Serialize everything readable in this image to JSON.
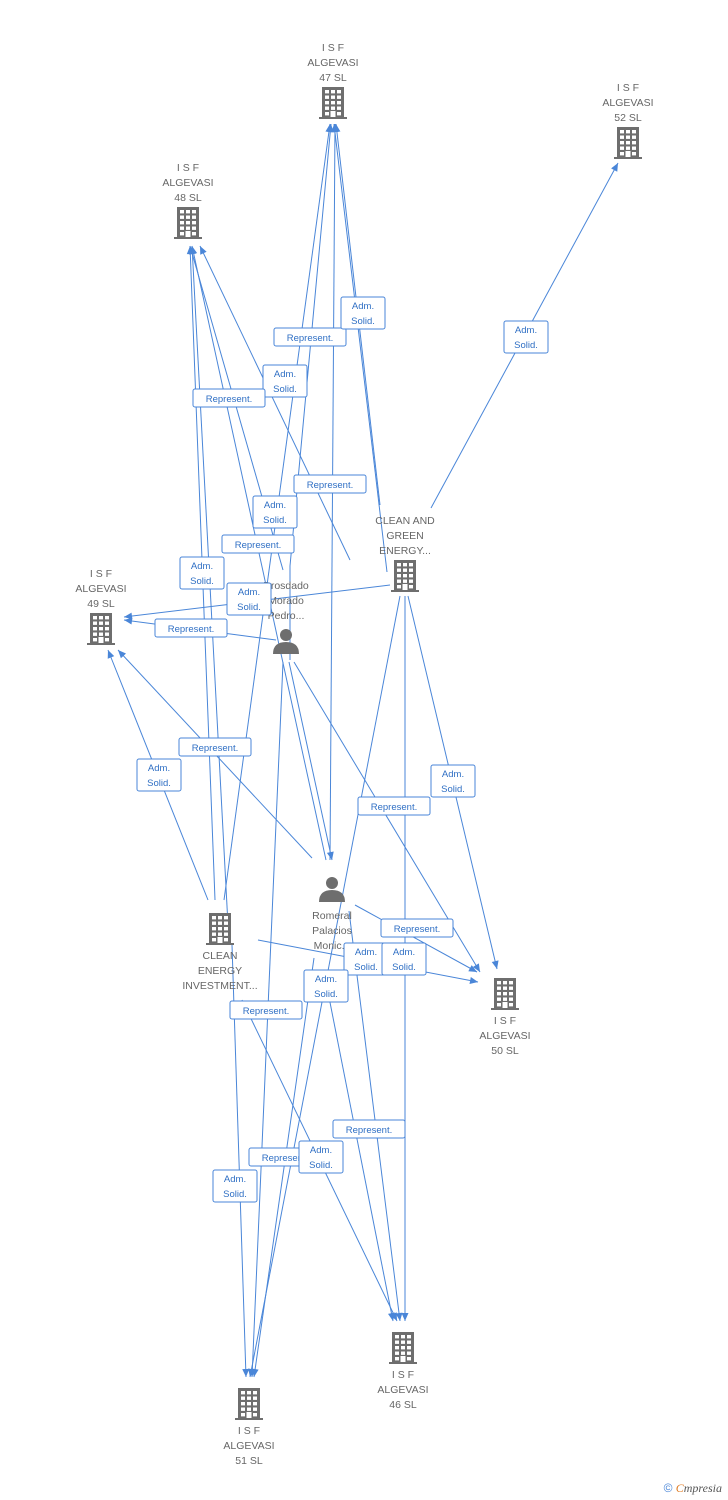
{
  "nodes": [
    {
      "id": "isf47",
      "type": "company",
      "lines": [
        "I S F",
        "ALGEVASI",
        "47 SL"
      ]
    },
    {
      "id": "isf52",
      "type": "company",
      "lines": [
        "I S F",
        "ALGEVASI",
        "52 SL"
      ]
    },
    {
      "id": "isf48",
      "type": "company",
      "lines": [
        "I S F",
        "ALGEVASI",
        "48 SL"
      ]
    },
    {
      "id": "isf49",
      "type": "company",
      "lines": [
        "I S F",
        "ALGEVASI",
        "49 SL"
      ]
    },
    {
      "id": "cge",
      "type": "company",
      "lines": [
        "CLEAN AND",
        "GREEN",
        "ENERGY..."
      ]
    },
    {
      "id": "drosdado",
      "type": "person",
      "lines": [
        "Drosdado",
        "Morado",
        "Pedro..."
      ]
    },
    {
      "id": "romeral",
      "type": "person",
      "lines": [
        "Romeral",
        "Palacios",
        "Monic..."
      ]
    },
    {
      "id": "cei",
      "type": "company",
      "lines": [
        "CLEAN",
        "ENERGY",
        "INVESTMENT..."
      ]
    },
    {
      "id": "isf50",
      "type": "company",
      "lines": [
        "I S F",
        "ALGEVASI",
        "50 SL"
      ]
    },
    {
      "id": "isf46",
      "type": "company",
      "lines": [
        "I S F",
        "ALGEVASI",
        "46 SL"
      ]
    },
    {
      "id": "isf51",
      "type": "company",
      "lines": [
        "I S F",
        "ALGEVASI",
        "51 SL"
      ]
    }
  ],
  "edge_labels": [
    {
      "id": "l1",
      "lines": [
        "Adm.",
        "Solid."
      ]
    },
    {
      "id": "l2",
      "lines": [
        "Represent."
      ]
    },
    {
      "id": "l3",
      "lines": [
        "Adm.",
        "Solid."
      ]
    },
    {
      "id": "l4",
      "lines": [
        "Adm.",
        "Solid."
      ]
    },
    {
      "id": "l5",
      "lines": [
        "Represent."
      ]
    },
    {
      "id": "l6",
      "lines": [
        "Represent."
      ]
    },
    {
      "id": "l7",
      "lines": [
        "Adm.",
        "Solid."
      ]
    },
    {
      "id": "l8",
      "lines": [
        "Represent."
      ]
    },
    {
      "id": "l9",
      "lines": [
        "Adm.",
        "Solid."
      ]
    },
    {
      "id": "l10",
      "lines": [
        "Adm.",
        "Solid."
      ]
    },
    {
      "id": "l11",
      "lines": [
        "Represent."
      ]
    },
    {
      "id": "l12",
      "lines": [
        "Represent."
      ]
    },
    {
      "id": "l13",
      "lines": [
        "Adm.",
        "Solid."
      ]
    },
    {
      "id": "l14",
      "lines": [
        "Adm.",
        "Solid."
      ]
    },
    {
      "id": "l15",
      "lines": [
        "Represent."
      ]
    },
    {
      "id": "l16",
      "lines": [
        "Represent."
      ]
    },
    {
      "id": "l17",
      "lines": [
        "Adm.",
        "Solid."
      ]
    },
    {
      "id": "l18",
      "lines": [
        "Adm.",
        "Solid."
      ]
    },
    {
      "id": "l19",
      "lines": [
        "Represent."
      ]
    },
    {
      "id": "l20",
      "lines": [
        "Adm.",
        "Solid."
      ]
    },
    {
      "id": "l21",
      "lines": [
        "Represent."
      ]
    },
    {
      "id": "l22",
      "lines": [
        "Represent."
      ]
    },
    {
      "id": "l23",
      "lines": [
        "Adm.",
        "Solid."
      ]
    },
    {
      "id": "l24",
      "lines": [
        "Adm.",
        "Solid."
      ]
    }
  ],
  "footer": {
    "copyright": "©",
    "brand_first": "C",
    "brand_rest": "mpresia"
  },
  "colors": {
    "edge": "#4a86d8",
    "node": "#6e6e6e",
    "label_text": "#666666"
  }
}
